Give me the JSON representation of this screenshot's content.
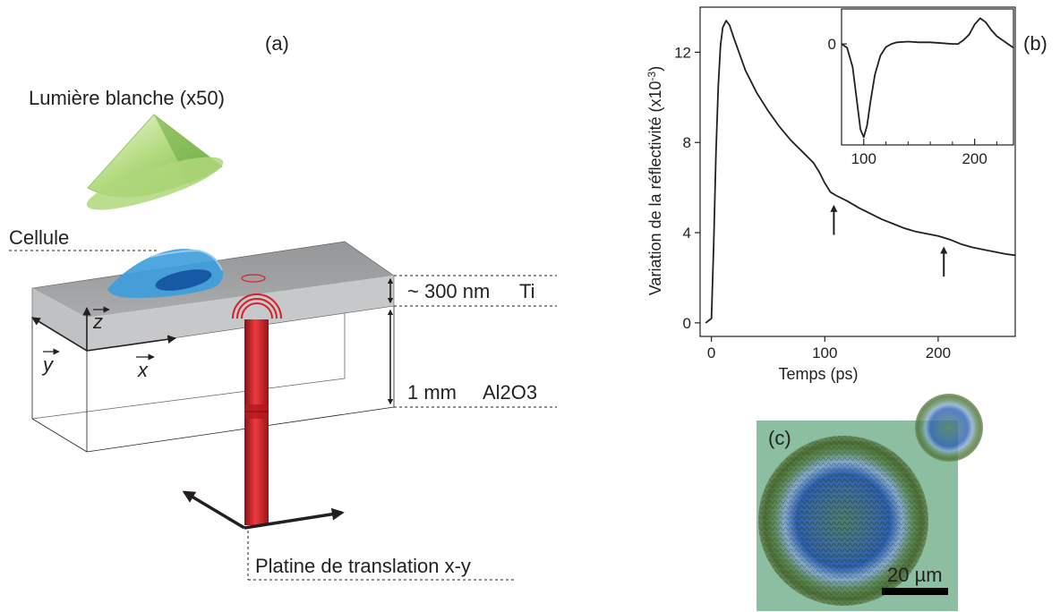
{
  "panel_a": {
    "label": "(a)",
    "light_label": "Lumière blanche (x50)",
    "cell_label": "Cellule",
    "thickness_ti": "~ 300 nm",
    "ti_label": "Ti",
    "thickness_substrate": "1 mm",
    "substrate_label": "Al2O3",
    "axis_z": "z",
    "axis_y": "y",
    "axis_x": "x",
    "stage_label": "Platine de translation x-y",
    "colors": {
      "titanium": "#a7a9ac",
      "cell": "#3a9ad9",
      "beam": "#d62027",
      "cone": "#8dc63f"
    }
  },
  "panel_b": {
    "label": "(b)",
    "chart_data": {
      "type": "line",
      "xlabel": "Temps (ps)",
      "ylabel": "Variation de la réflectivité (x10-3)",
      "ylabel_main": "Variation de la réflectivité (x10",
      "ylabel_sup": "-3",
      "ylabel_close": ")",
      "xlim": [
        -10,
        268
      ],
      "ylim": [
        -0.6,
        14
      ],
      "xticks": [
        0,
        100,
        200
      ],
      "yticks": [
        0,
        4,
        8,
        12
      ],
      "series": [
        {
          "x": [
            -5,
            0,
            2,
            4,
            6,
            8,
            10,
            13,
            16,
            20,
            25,
            30,
            40,
            50,
            60,
            70,
            80,
            90,
            95,
            100,
            105,
            110,
            120,
            130,
            140,
            150,
            160,
            170,
            180,
            190,
            200,
            205,
            210,
            220,
            230,
            240,
            250,
            260,
            268
          ],
          "y": [
            0,
            0.2,
            3.5,
            7.5,
            10.5,
            12.3,
            13.1,
            13.4,
            13.2,
            12.6,
            11.9,
            11.2,
            10.2,
            9.4,
            8.7,
            8.1,
            7.6,
            7.1,
            6.7,
            6.2,
            5.8,
            5.65,
            5.4,
            5.1,
            4.85,
            4.6,
            4.4,
            4.2,
            4.05,
            3.95,
            3.85,
            3.78,
            3.7,
            3.5,
            3.35,
            3.25,
            3.15,
            3.05,
            3.0
          ]
        }
      ],
      "arrows_at": [
        [
          108,
          5.65
        ],
        [
          205,
          3.8
        ]
      ],
      "inset": {
        "xlim": [
          80,
          235
        ],
        "ylim": [
          -1.3,
          0.45
        ],
        "xticks": [
          100,
          200
        ],
        "yticks": [
          0
        ],
        "x": [
          80,
          85,
          90,
          94,
          97,
          100,
          103,
          106,
          110,
          115,
          120,
          125,
          130,
          140,
          150,
          160,
          170,
          180,
          185,
          190,
          195,
          200,
          205,
          210,
          215,
          220,
          225,
          230,
          235
        ],
        "y": [
          0,
          -0.05,
          -0.3,
          -0.75,
          -1.1,
          -1.2,
          -1.05,
          -0.75,
          -0.4,
          -0.15,
          -0.04,
          0.0,
          0.02,
          0.03,
          0.02,
          0.02,
          0.01,
          0.0,
          0.0,
          0.05,
          0.12,
          0.25,
          0.33,
          0.28,
          0.18,
          0.1,
          0.05,
          0.0,
          -0.05
        ]
      }
    }
  },
  "panel_c": {
    "label": "(c)",
    "scale_bar": "20 µm"
  }
}
